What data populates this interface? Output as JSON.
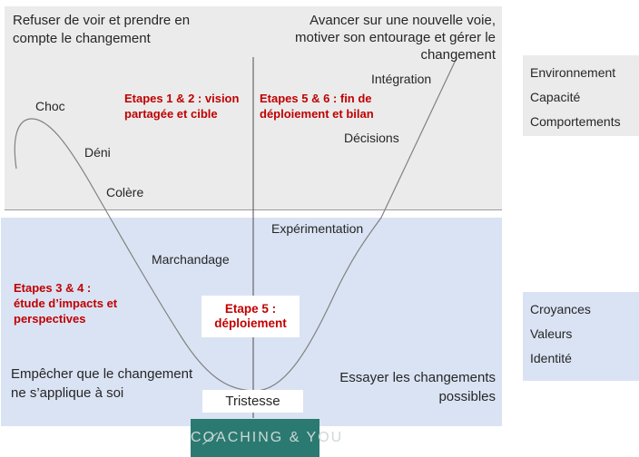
{
  "colors": {
    "upper_background": "#ebebeb",
    "lower_background": "#dae3f3",
    "stage_note_red": "#c00000",
    "text": "#262626",
    "curve": "#808080",
    "divider": "#4d4d4d",
    "logo_background": "#2b7a72",
    "logo_text": "#cdd8d5"
  },
  "quadrants": {
    "top_left": {
      "lines": [
        "Refuser de voir et prendre en",
        "compte le changement"
      ]
    },
    "top_right": {
      "lines": [
        "Avancer sur une nouvelle voie,",
        "motiver son entourage et gérer le",
        "changement"
      ]
    },
    "bottom_left": {
      "lines": [
        "Empêcher que le changement",
        "ne s’applique à soi"
      ]
    },
    "bottom_right": {
      "lines": [
        "Essayer les changements",
        "possibles"
      ]
    }
  },
  "stage_notes": {
    "etapes_1_2": {
      "lines": [
        "Etapes 1 & 2 : vision",
        "partagée et cible"
      ]
    },
    "etapes_5_6": {
      "lines": [
        "Etapes 5 & 6 : fin de",
        "déploiement et bilan"
      ]
    },
    "etapes_3_4": {
      "lines": [
        "Etapes 3 & 4 :",
        "étude d’impacts et",
        "perspectives"
      ]
    },
    "etape_5_box": {
      "lines": [
        "Etape 5 :",
        "déploiement"
      ]
    }
  },
  "curve_labels": {
    "choc": "Choc",
    "deni": "Déni",
    "colere": "Colère",
    "marchandage": "Marchandage",
    "tristesse": "Tristesse",
    "experimentation": "Expérimentation",
    "decisions": "Décisions",
    "integration": "Intégration"
  },
  "right_panels": {
    "environment": {
      "items": [
        "Environnement",
        "Capacité",
        "Comportements"
      ]
    },
    "identity": {
      "items": [
        "Croyances",
        "Valeurs",
        "Identité"
      ]
    }
  },
  "logo": {
    "prefix": "C",
    "o": "O",
    "suffix": "ACHING & YOU"
  }
}
